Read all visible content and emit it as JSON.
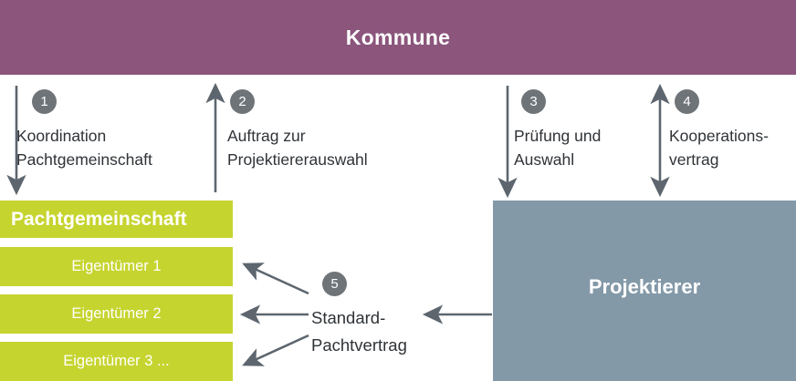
{
  "banner": {
    "title": "Kommune",
    "color": "#8b557c"
  },
  "palette": {
    "purple": "#8b557c",
    "green": "#c6d42f",
    "blue_grey": "#8399a8",
    "badge_grey": "#6f7479",
    "arrow_grey": "#5d666e",
    "text_dark": "#2f3337"
  },
  "steps": [
    {
      "number": "1",
      "label": "Koordination\nPachtgemeinschaft",
      "direction": "down",
      "from": "Kommune",
      "to": "Pachtgemeinschaft"
    },
    {
      "number": "2",
      "label": "Auftrag zur\nProjektiererauswahl",
      "direction": "up",
      "from": "Pachtgemeinschaft",
      "to": "Kommune"
    },
    {
      "number": "3",
      "label": "Prüfung und\nAuswahl",
      "direction": "down",
      "from": "Kommune",
      "to": "Projektierer"
    },
    {
      "number": "4",
      "label": "Kooperations-\nvertrag",
      "direction": "bidirectional",
      "from": "Kommune",
      "to": "Projektierer"
    },
    {
      "number": "5",
      "label": "Standard-\nPachtvertrag",
      "direction": "left",
      "from": "Projektierer",
      "to": "Eigentümer"
    }
  ],
  "pachtgemeinschaft": {
    "title": "Pachtgemeinschaft",
    "members": [
      "Eigentümer 1",
      "Eigentümer 2",
      "Eigentümer 3 ..."
    ]
  },
  "projektierer": {
    "title": "Projektierer"
  }
}
